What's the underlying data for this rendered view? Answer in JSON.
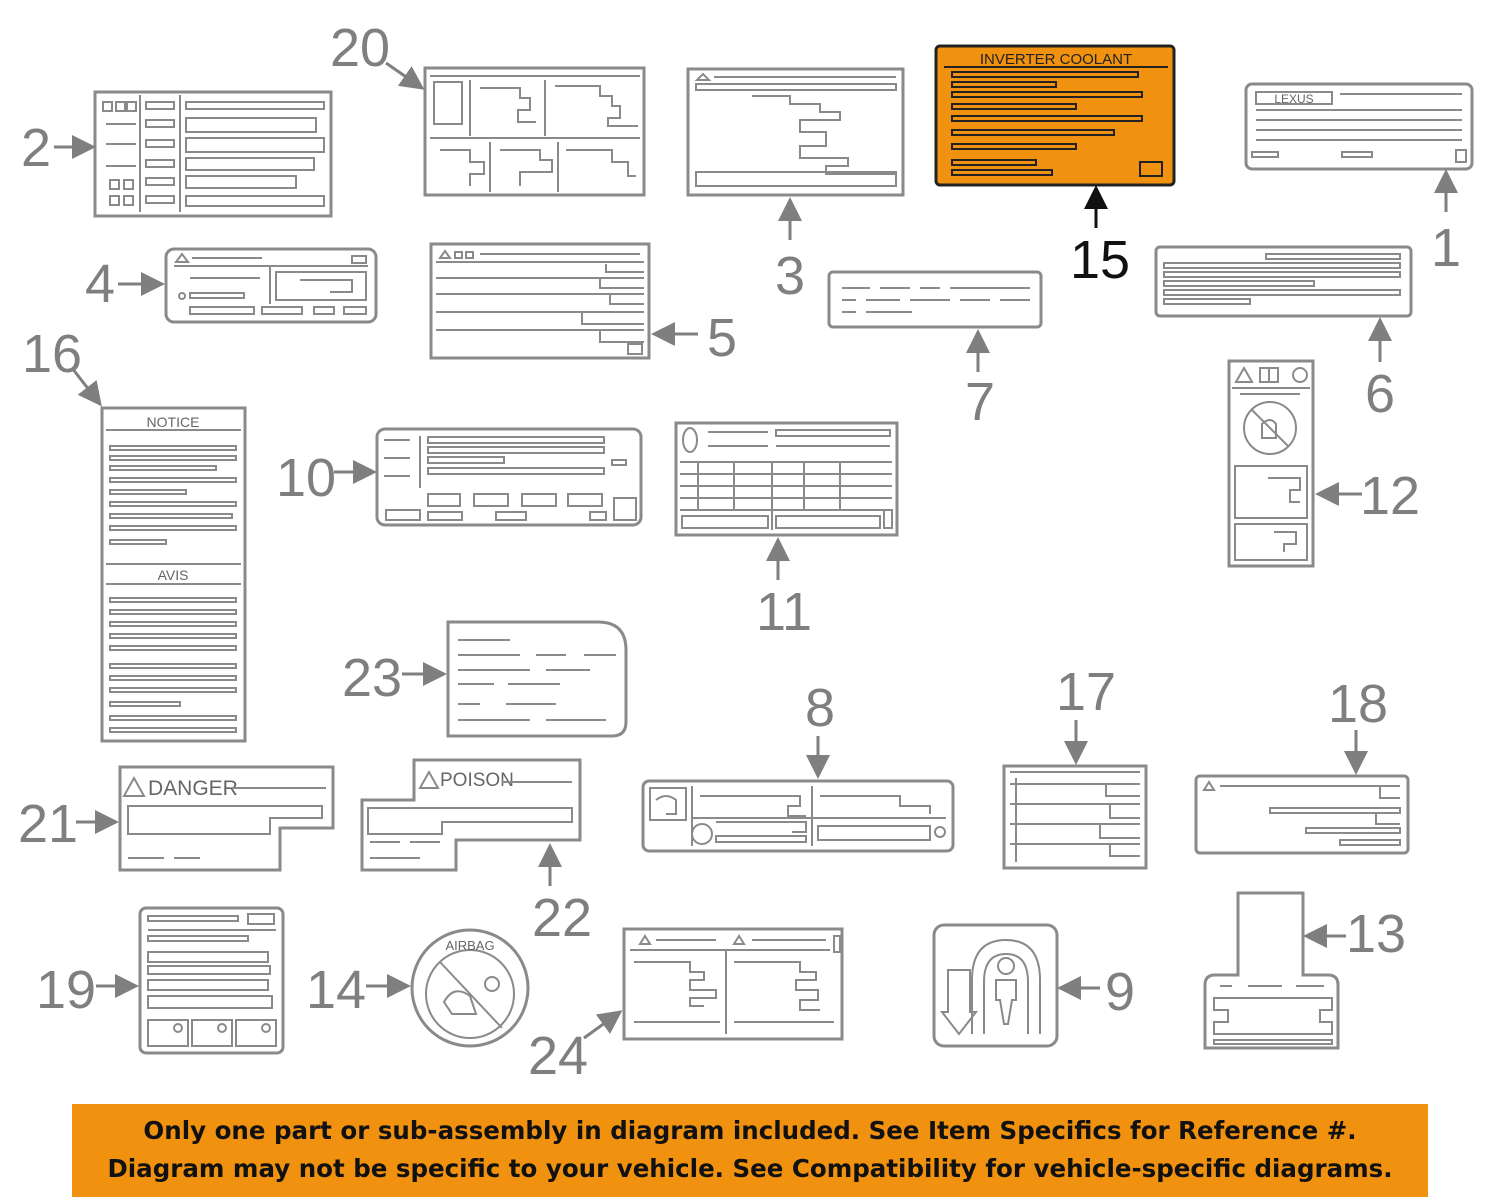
{
  "highlight_color": "#f0910f",
  "highlighted_part": "15",
  "labels": [
    {
      "num": "1"
    },
    {
      "num": "2"
    },
    {
      "num": "3"
    },
    {
      "num": "4"
    },
    {
      "num": "5"
    },
    {
      "num": "6"
    },
    {
      "num": "7"
    },
    {
      "num": "8"
    },
    {
      "num": "9"
    },
    {
      "num": "10"
    },
    {
      "num": "11"
    },
    {
      "num": "12"
    },
    {
      "num": "13"
    },
    {
      "num": "14"
    },
    {
      "num": "15"
    },
    {
      "num": "16"
    },
    {
      "num": "17"
    },
    {
      "num": "18"
    },
    {
      "num": "19"
    },
    {
      "num": "20"
    },
    {
      "num": "21"
    },
    {
      "num": "22"
    },
    {
      "num": "23"
    },
    {
      "num": "24"
    }
  ],
  "label_texts": {
    "inverter_coolant": "INVERTER COOLANT",
    "lexus_logo": "LEXUS",
    "notice": "NOTICE",
    "avis": "AVIS",
    "danger": "DANGER",
    "poison": "POISON",
    "airbag": "AIRBAG"
  },
  "banner": {
    "line1": "Only one part or sub-assembly in diagram included. See Item Specifics for Reference #.",
    "line2": "Diagram may not be specific to your vehicle. See Compatibility for vehicle-specific diagrams."
  }
}
